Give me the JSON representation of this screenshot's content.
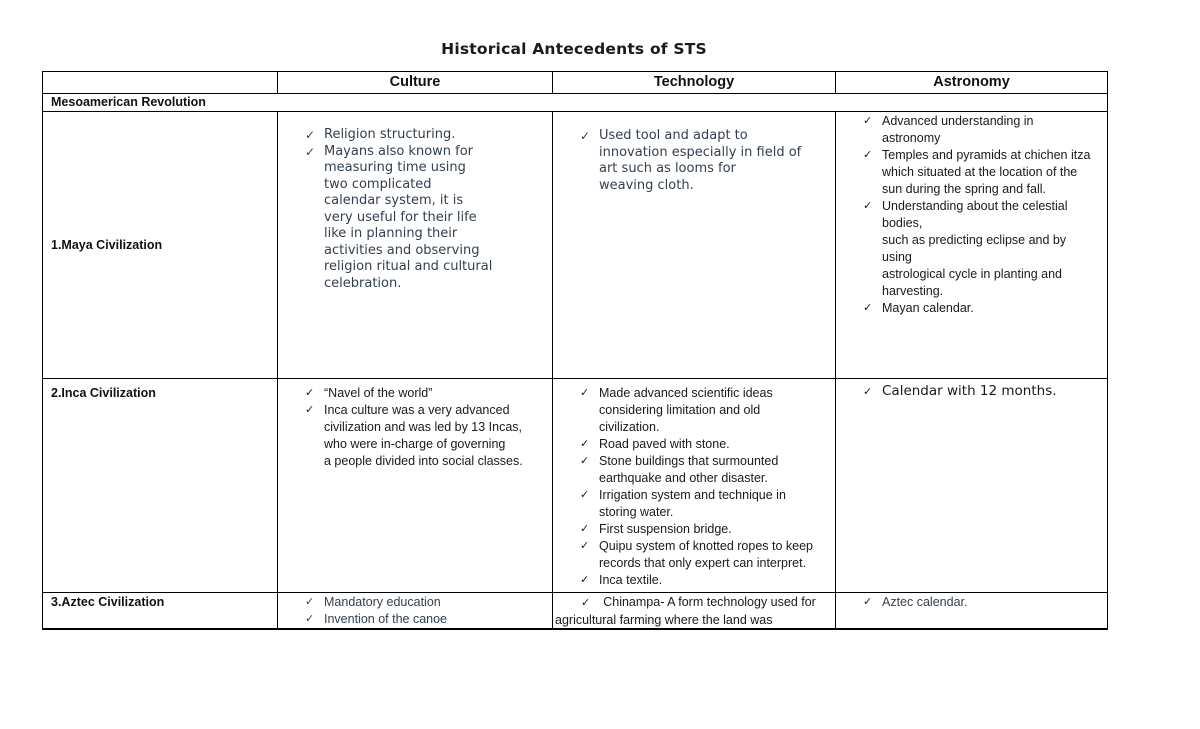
{
  "title": "Historical Antecedents of STS",
  "colors": {
    "navy_text": "#333F50",
    "black_text": "#1A1A1A",
    "border": "#000000"
  },
  "table": {
    "checkmark": "✓",
    "headers": {
      "col1": "",
      "culture": "Culture",
      "technology": "Technology",
      "astronomy": "Astronomy"
    },
    "section": {
      "label": "Mesoamerican Revolution"
    },
    "rows": [
      {
        "label": "1.Maya Civilization",
        "culture": {
          "items": [
            "Religion structuring.",
            "Mayans also known for\nmeasuring time using\ntwo complicated\ncalendar system, it is\nvery useful for their life\nlike in planning their\nactivities and observing\nreligion ritual and cultural\ncelebration."
          ]
        },
        "technology": {
          "items": [
            "Used tool and adapt to\ninnovation especially in field of\nart such as looms for\nweaving cloth."
          ]
        },
        "astronomy": {
          "items": [
            "Advanced understanding in\nastronomy",
            "Temples and pyramids at chichen itza\nwhich situated at the location of the\nsun during the spring and fall.",
            "Understanding about the celestial\nbodies,\nsuch as predicting eclipse and by\nusing\nastrological cycle in planting and\nharvesting.",
            "Mayan calendar."
          ]
        }
      },
      {
        "label": "2.Inca Civilization",
        "culture": {
          "items": [
            "“Navel of the world”",
            "Inca culture was a very advanced\ncivilization and was led by 13 Incas,\nwho were in-charge of governing\na people divided into social classes."
          ]
        },
        "technology": {
          "items": [
            "Made advanced scientific ideas\nconsidering limitation and old\ncivilization.",
            "Road paved with stone.",
            "Stone buildings that surmounted\nearthquake and other disaster.",
            "Irrigation system and technique in\nstoring water.",
            "First suspension bridge.",
            "Quipu system of knotted ropes to keep\nrecords that only expert can interpret.",
            "Inca textile."
          ]
        },
        "astronomy": {
          "items": [
            "Calendar with 12 months."
          ]
        }
      },
      {
        "label": "3.Aztec Civilization",
        "culture": {
          "items": [
            "Mandatory education",
            "Invention of the canoe"
          ]
        },
        "technology": {
          "items": [
            "Chinampa- A form technology used for\nagricultural farming where the land was"
          ]
        },
        "astronomy": {
          "items": [
            "Aztec calendar."
          ]
        }
      }
    ]
  }
}
